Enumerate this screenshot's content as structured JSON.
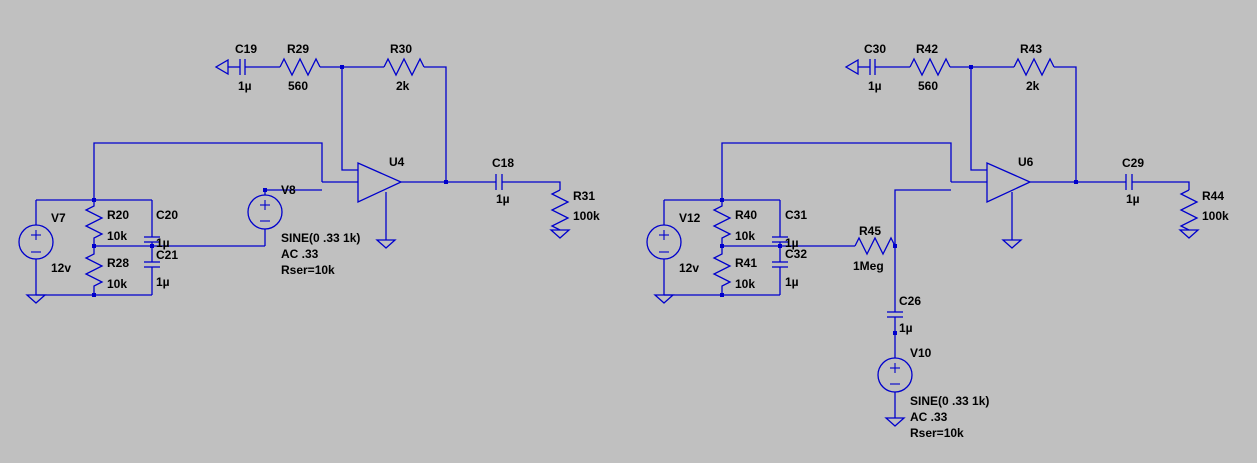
{
  "colors": {
    "background": "#c0c0c0",
    "wire": "#0000cc",
    "text": "#000000"
  },
  "left_circuit": {
    "C19": {
      "ref": "C19",
      "value": "1µ"
    },
    "R29": {
      "ref": "R29",
      "value": "560"
    },
    "R30": {
      "ref": "R30",
      "value": "2k"
    },
    "U4": {
      "ref": "U4"
    },
    "C18": {
      "ref": "C18",
      "value": "1µ"
    },
    "R31": {
      "ref": "R31",
      "value": "100k"
    },
    "V7": {
      "ref": "V7",
      "value": "12v"
    },
    "R20": {
      "ref": "R20",
      "value": "10k"
    },
    "R28": {
      "ref": "R28",
      "value": "10k"
    },
    "C20": {
      "ref": "C20",
      "value": "1µ"
    },
    "C21": {
      "ref": "C21",
      "value": "1µ"
    },
    "V8": {
      "ref": "V8",
      "line1": "SINE(0 .33 1k)",
      "line2": "AC .33",
      "line3": "Rser=10k"
    }
  },
  "right_circuit": {
    "C30": {
      "ref": "C30",
      "value": "1µ"
    },
    "R42": {
      "ref": "R42",
      "value": "560"
    },
    "R43": {
      "ref": "R43",
      "value": "2k"
    },
    "U6": {
      "ref": "U6"
    },
    "C29": {
      "ref": "C29",
      "value": "1µ"
    },
    "R44": {
      "ref": "R44",
      "value": "100k"
    },
    "V12": {
      "ref": "V12",
      "value": "12v"
    },
    "R40": {
      "ref": "R40",
      "value": "10k"
    },
    "R41": {
      "ref": "R41",
      "value": "10k"
    },
    "C31": {
      "ref": "C31",
      "value": "1µ"
    },
    "C32": {
      "ref": "C32",
      "value": "1µ"
    },
    "R45": {
      "ref": "R45",
      "value": "1Meg"
    },
    "C26": {
      "ref": "C26",
      "value": "1µ"
    },
    "V10": {
      "ref": "V10",
      "line1": "SINE(0 .33 1k)",
      "line2": "AC .33",
      "line3": "Rser=10k"
    }
  }
}
